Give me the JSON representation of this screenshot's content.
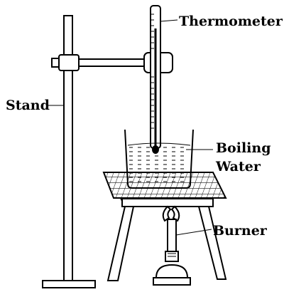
{
  "labels": {
    "thermometer": "Thermometer",
    "stand": "Stand",
    "boiling_line1": "Boiling",
    "boiling_line2": "Water",
    "burner": "Burner"
  }
}
